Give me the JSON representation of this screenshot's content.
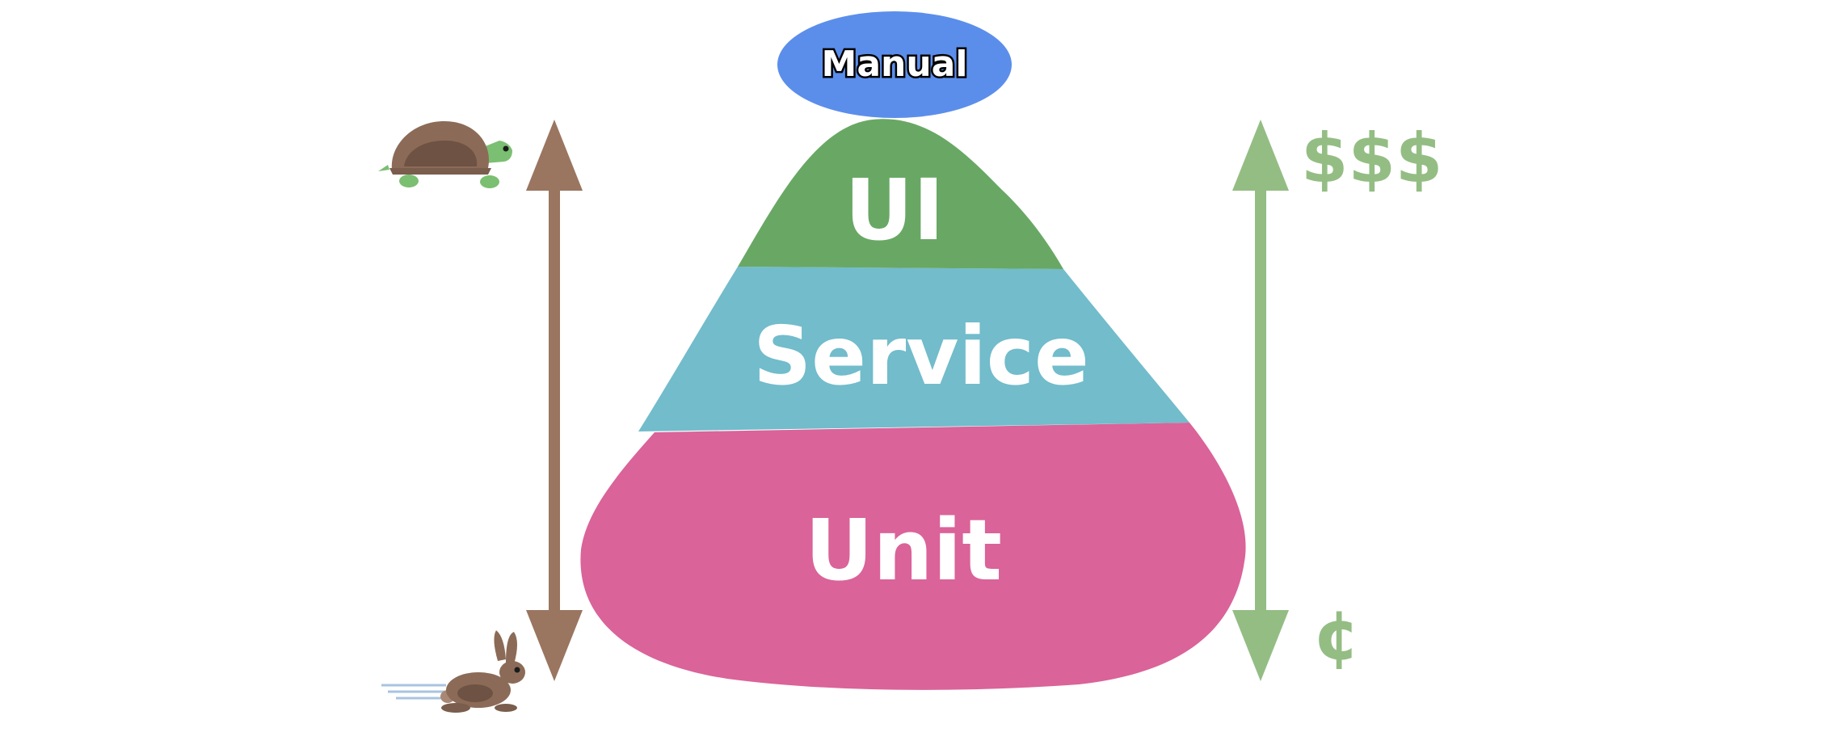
{
  "layers": {
    "manual": {
      "label": "Manual",
      "color": "#5b8eeb"
    },
    "ui": {
      "label": "UI",
      "color": "#68a864"
    },
    "service": {
      "label": "Service",
      "color": "#72bccb"
    },
    "unit": {
      "label": "Unit",
      "color": "#da6399"
    }
  },
  "speed_axis": {
    "arrow_color": "#9a7560",
    "top_icon": "turtle-icon",
    "bottom_icon": "rabbit-icon"
  },
  "cost_axis": {
    "arrow_color": "#94bd84",
    "top_label": "$$$",
    "bottom_label": "¢"
  }
}
